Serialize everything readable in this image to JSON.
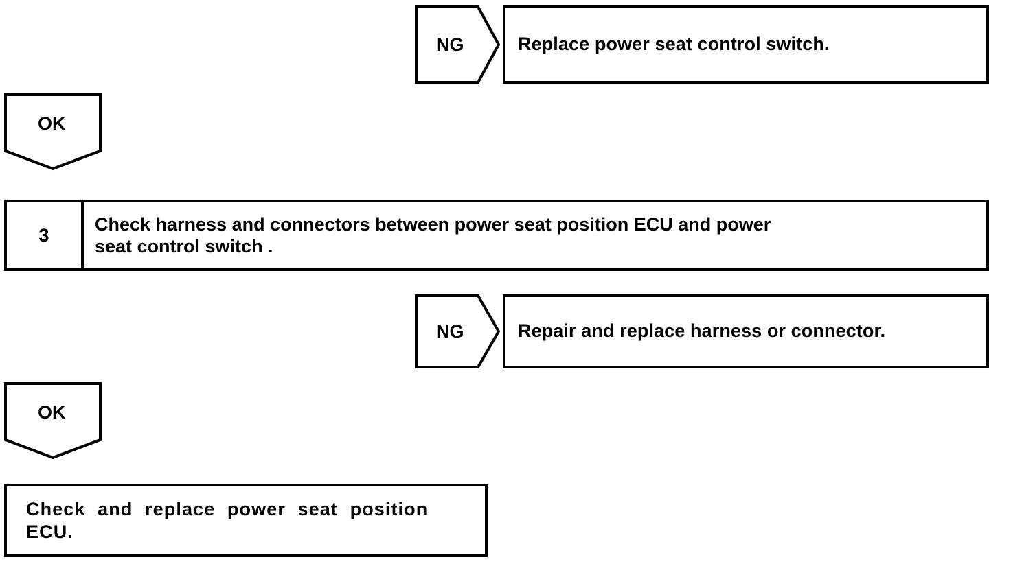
{
  "diagram": {
    "type": "troubleshooting-flowchart",
    "title": "Power seat position ECU troubleshooting flow",
    "stroke_color": "#000000",
    "background_color": "#ffffff",
    "nodes": [
      {
        "id": "ng-1",
        "kind": "decision-arrow-right",
        "label": "NG"
      },
      {
        "id": "result-1",
        "kind": "action-box",
        "text": "Replace power seat control switch."
      },
      {
        "id": "ok-1",
        "kind": "decision-arrow-down",
        "label": "OK"
      },
      {
        "id": "step-3",
        "kind": "numbered-step-box",
        "number": "3",
        "text": "Check harness and connectors between power seat position ECU and power\nseat control switch ."
      },
      {
        "id": "ng-2",
        "kind": "decision-arrow-right",
        "label": "NG"
      },
      {
        "id": "result-2",
        "kind": "action-box",
        "text": "Repair and replace harness or connector."
      },
      {
        "id": "ok-2",
        "kind": "decision-arrow-down",
        "label": "OK"
      },
      {
        "id": "final",
        "kind": "action-box-justified",
        "text": "Check and replace power seat position\nECU."
      }
    ]
  },
  "labels": {
    "ng_1": "NG",
    "ng_2": "NG",
    "ok_1": "OK",
    "ok_2": "OK"
  },
  "boxes": {
    "result_1_text": "Replace power seat control switch.",
    "step_3_number": "3",
    "step_3_text": "Check harness and connectors between power seat position ECU and power\nseat control switch .",
    "result_2_text": "Repair and replace harness or connector.",
    "final_text": "Check and replace power seat position\nECU."
  }
}
